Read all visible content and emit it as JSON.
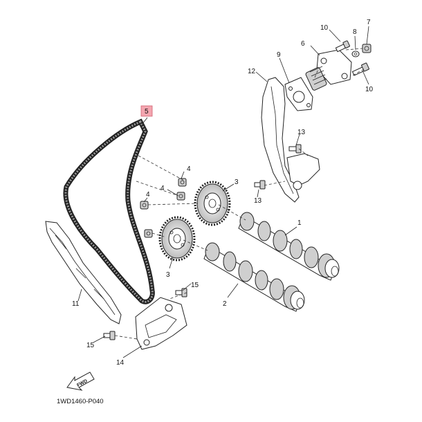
{
  "diagram": {
    "callouts": {
      "c1": "1",
      "c2": "2",
      "c3a": "3",
      "c3b": "3",
      "c4a": "4",
      "c4b": "4",
      "c4c": "4",
      "c5": "5",
      "c6": "6",
      "c7": "7",
      "c8": "8",
      "c9": "9",
      "c10a": "10",
      "c10b": "10",
      "c11": "11",
      "c12": "12",
      "c13a": "13",
      "c13b": "13",
      "c14": "14",
      "c15a": "15",
      "c15b": "15"
    },
    "fwd_label": "FWD",
    "diagram_code": "1WD1460-P040",
    "highlight_color": "#f4a6b0"
  }
}
